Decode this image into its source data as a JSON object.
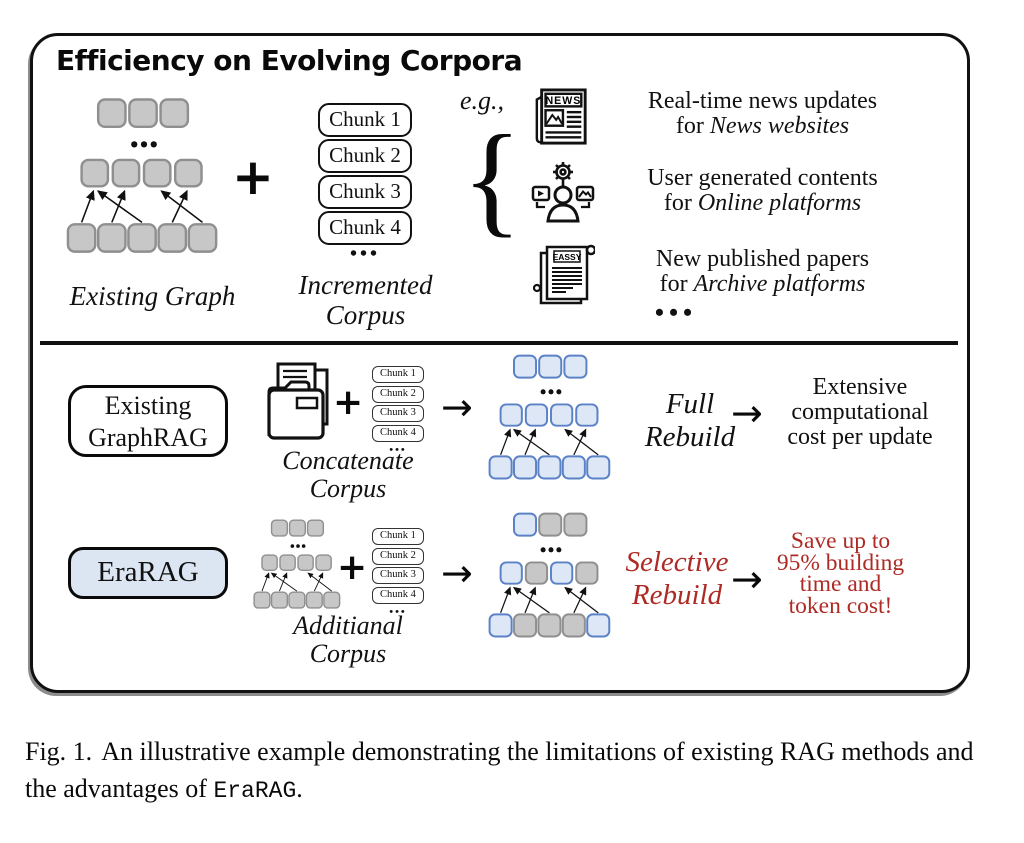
{
  "panel": {
    "title": "Efficiency on Evolving Corpora",
    "top_section": {
      "existing_graph_label": "Existing Graph",
      "plus": "+",
      "chunk_labels": [
        "Chunk 1",
        "Chunk 2",
        "Chunk 3",
        "Chunk 4"
      ],
      "ellipsis": "•••",
      "incremented_corpus_line1": "Incremented",
      "incremented_corpus_line2": "Corpus",
      "eg_label": "e.g.,",
      "brace": "{",
      "news_icon_text": "NEWS",
      "essay_icon_text": "EASSY",
      "examples": [
        {
          "line1": "Real-time news updates",
          "line2_prefix": "for ",
          "line2_em": "News websites"
        },
        {
          "line1": "User generated contents",
          "line2_prefix": "for ",
          "line2_em": "Online platforms"
        },
        {
          "line1": "New published papers",
          "line2_prefix": "for ",
          "line2_em": "Archive platforms"
        }
      ],
      "examples_ellipsis": "•••"
    },
    "row_existing": {
      "method_line1": "Existing",
      "method_line2": "GraphRAG",
      "plus": "+",
      "corpus_label_line1": "Concatenate",
      "corpus_label_line2": "Corpus",
      "arrow1": "→",
      "process_line1": "Full",
      "process_line2": "Rebuild",
      "arrow2": "→",
      "outcome_lines": [
        "Extensive",
        "computational",
        "cost per update"
      ]
    },
    "row_erarag": {
      "method_label": "EraRAG",
      "plus": "+",
      "corpus_label_line1": "Additianal",
      "corpus_label_line2": "Corpus",
      "arrow1": "→",
      "process_line1": "Selective",
      "process_line2": "Rebuild",
      "arrow2": "→",
      "outcome_lines": [
        "Save up to",
        "95% building",
        "time and",
        "token cost!"
      ]
    }
  },
  "caption": {
    "fig_label": "Fig. 1.",
    "text_before_code": "An illustrative example demonstrating the limitations of existing RAG methods and the advantages of ",
    "code": "EraRAG",
    "text_after_code": "."
  },
  "node_graphs": {
    "existing_top": [
      [
        "gray",
        "gray",
        "gray"
      ],
      [
        "gray",
        "gray",
        "gray",
        "gray"
      ],
      [
        "gray",
        "gray",
        "gray",
        "gray",
        "gray"
      ]
    ],
    "full_rebuild": [
      [
        "blue",
        "blue",
        "blue"
      ],
      [
        "blue",
        "blue",
        "blue",
        "blue"
      ],
      [
        "blue",
        "blue",
        "blue",
        "blue",
        "blue"
      ]
    ],
    "selective_rebuild": [
      [
        "blue",
        "gray",
        "gray"
      ],
      [
        "blue",
        "gray",
        "blue",
        "gray"
      ],
      [
        "blue",
        "gray",
        "gray",
        "gray",
        "blue"
      ]
    ],
    "additional_mini": [
      [
        "gray",
        "gray",
        "gray"
      ],
      [
        "gray",
        "gray",
        "gray",
        "gray"
      ],
      [
        "gray",
        "gray",
        "gray",
        "gray",
        "gray"
      ]
    ]
  },
  "colors": {
    "node_gray_fill": "#c7c7c7",
    "node_gray_stroke": "#8f8f8f",
    "node_blue_fill": "#dde7f6",
    "node_blue_stroke": "#5b82c7",
    "accent_red": "#ae2a24",
    "erarag_box_fill": "#dce6f3",
    "ink": "#111111"
  }
}
